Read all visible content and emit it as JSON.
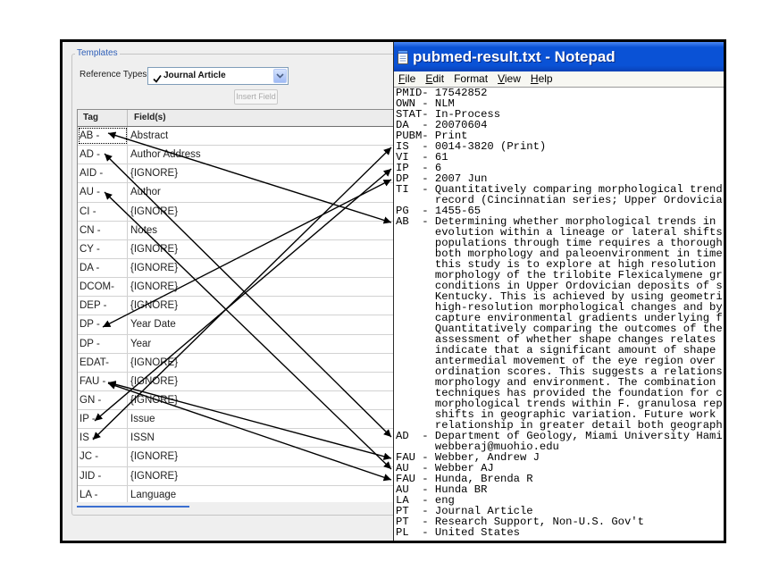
{
  "templates": {
    "group_title": "Templates",
    "reference_types_label": "Reference Types:",
    "reference_type_value": "Journal Article",
    "insert_field_label": "Insert Field",
    "columns": {
      "tag": "Tag",
      "fields": "Field(s)"
    },
    "rows": [
      {
        "tag": "AB -",
        "field": "Abstract"
      },
      {
        "tag": "AD -",
        "field": "Author Address"
      },
      {
        "tag": "AID -",
        "field": "{IGNORE}"
      },
      {
        "tag": "AU -",
        "field": "Author"
      },
      {
        "tag": "CI -",
        "field": "{IGNORE}"
      },
      {
        "tag": "CN -",
        "field": "Notes"
      },
      {
        "tag": "CY -",
        "field": "{IGNORE}"
      },
      {
        "tag": "DA -",
        "field": "{IGNORE}"
      },
      {
        "tag": "DCOM-",
        "field": "{IGNORE}"
      },
      {
        "tag": "DEP -",
        "field": "{IGNORE}"
      },
      {
        "tag": "DP -",
        "field": "Year Date"
      },
      {
        "tag": "DP -",
        "field": "Year"
      },
      {
        "tag": "EDAT-",
        "field": "{IGNORE}"
      },
      {
        "tag": "FAU -",
        "field": "{IGNORE}"
      },
      {
        "tag": "GN -",
        "field": "{IGNORE}"
      },
      {
        "tag": "IP -",
        "field": "Issue"
      },
      {
        "tag": "IS -",
        "field": "ISSN"
      },
      {
        "tag": "JC -",
        "field": "{IGNORE}"
      },
      {
        "tag": "JID -",
        "field": "{IGNORE}"
      },
      {
        "tag": "LA -",
        "field": "Language"
      }
    ]
  },
  "notepad": {
    "title": "pubmed-result.txt - Notepad",
    "menu": [
      "File",
      "Edit",
      "Format",
      "View",
      "Help"
    ],
    "lines": [
      "PMID- 17542852",
      "OWN - NLM",
      "STAT- In-Process",
      "DA  - 20070604",
      "PUBM- Print",
      "IS  - 0014-3820 (Print)",
      "VI  - 61",
      "IP  - 6",
      "DP  - 2007 Jun",
      "TI  - Quantitatively comparing morphological trend",
      "      record (Cincinnatian series; Upper Ordovicia",
      "PG  - 1455-65",
      "AB  - Determining whether morphological trends in",
      "      evolution within a lineage or lateral shifts",
      "      populations through time requires a thorough",
      "      both morphology and paleoenvironment in time",
      "      this study is to explore at high resolution",
      "      morphology of the trilobite Flexicalymene gr",
      "      conditions in Upper Ordovician deposits of s",
      "      Kentucky. This is achieved by using geometri",
      "      high-resolution morphological changes and by",
      "      capture environmental gradients underlying f",
      "      Quantitatively comparing the outcomes of the",
      "      assessment of whether shape changes relates",
      "      indicate that a significant amount of shape",
      "      antermedial movement of the eye region over",
      "      ordination scores. This suggests a relations",
      "      morphology and environment. The combination",
      "      techniques has provided the foundation for c",
      "      morphological trends within F. granulosa rep",
      "      shifts in geographic variation. Future work",
      "      relationship in greater detail both geograph",
      "AD  - Department of Geology, Miami University Hami",
      "      webberaj@muohio.edu",
      "FAU - Webber, Andrew J",
      "AU  - Webber AJ",
      "FAU - Hunda, Brenda R",
      "AU  - Hunda BR",
      "LA  - eng",
      "PT  - Journal Article",
      "PT  - Research Support, Non-U.S. Gov't",
      "PL  - United States"
    ]
  },
  "icons": {
    "window": "notepad-icon",
    "reference_type_check": "checkmark-icon",
    "dropdown": "chevron-down-icon",
    "tag_mapping": "arrow-icon"
  },
  "colors": {
    "title_bar": "#0a52d6",
    "group_title": "#2f5fb8",
    "accent_line": "#3b6fd1"
  }
}
